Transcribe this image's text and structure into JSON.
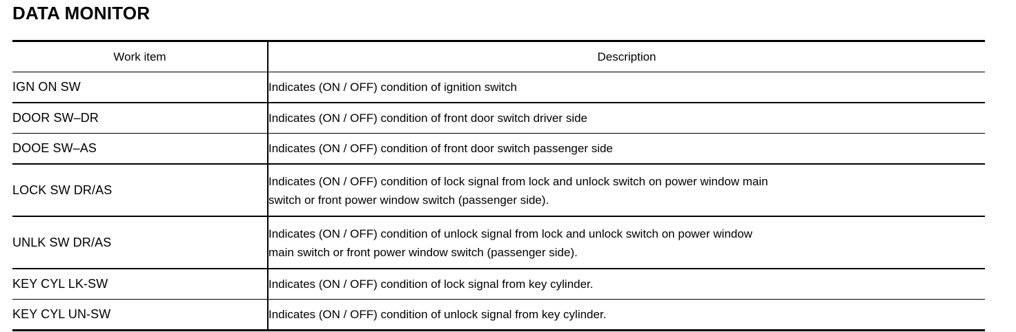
{
  "document": {
    "title": "DATA MONITOR"
  },
  "table": {
    "headers": {
      "work_item": "Work item",
      "description": "Description"
    },
    "rows": [
      {
        "work_item": "IGN ON SW",
        "description_lines": [
          "Indicates (ON / OFF) condition of ignition switch"
        ],
        "rule": "thick"
      },
      {
        "work_item": "DOOR SW–DR",
        "description_lines": [
          "Indicates (ON / OFF) condition of front door switch driver side"
        ],
        "rule": "thin"
      },
      {
        "work_item": "DOOE SW–AS",
        "description_lines": [
          "Indicates (ON / OFF) condition of front door switch passenger side"
        ],
        "rule": "thick"
      },
      {
        "work_item": "LOCK SW DR/AS",
        "description_lines": [
          "Indicates (ON / OFF) condition of lock signal from lock and unlock switch on power window main",
          "switch or front power window switch (passenger side)."
        ],
        "rule": "thick"
      },
      {
        "work_item": "UNLK SW DR/AS",
        "description_lines": [
          "Indicates (ON / OFF) condition of unlock signal from lock and unlock switch on power window",
          "main switch or front power window switch (passenger side)."
        ],
        "rule": "thick"
      },
      {
        "work_item": "KEY CYL LK-SW",
        "description_lines": [
          "Indicates (ON / OFF) condition of lock signal from key cylinder."
        ],
        "rule": "thin"
      },
      {
        "work_item": "KEY CYL UN-SW",
        "description_lines": [
          "Indicates (ON / OFF) condition of unlock signal from key cylinder."
        ],
        "rule": "none"
      }
    ]
  },
  "colors": {
    "text": "#000000",
    "background": "#ffffff",
    "rule": "#000000"
  }
}
